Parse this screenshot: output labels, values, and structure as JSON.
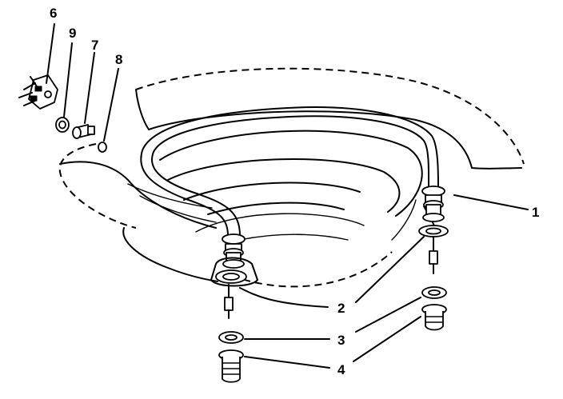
{
  "callouts": {
    "c1": "1",
    "c2": "2",
    "c3": "3",
    "c4": "4",
    "c6": "6",
    "c7": "7",
    "c8": "8",
    "c9": "9"
  },
  "header_fragment": "",
  "colors": {
    "ink": "#000000",
    "paper": "#ffffff"
  }
}
